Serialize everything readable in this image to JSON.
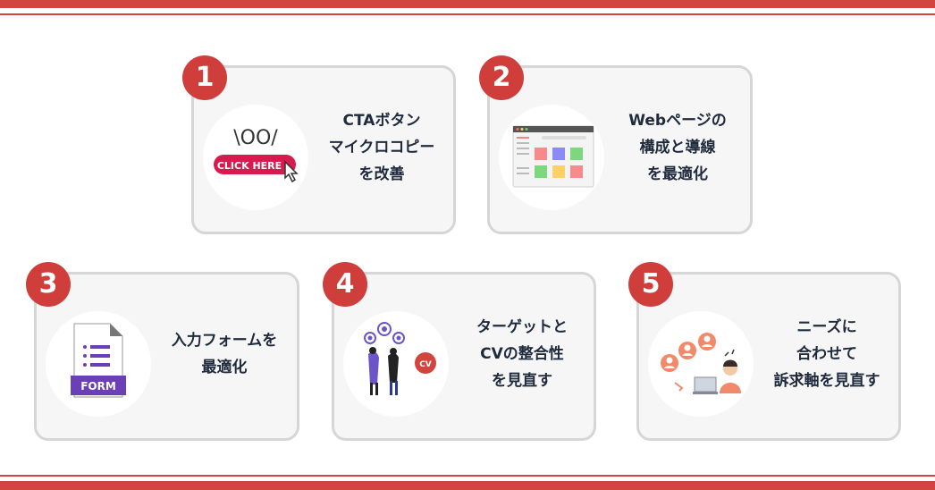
{
  "colors": {
    "accent": "#d2443e",
    "card_bg": "#f6f6f6",
    "card_border": "#d6d6d6",
    "text": "#1f2a3c"
  },
  "cards": [
    {
      "number": "1",
      "icon": "click-here-button-icon",
      "icon_text": "CLICK HERE",
      "lines": [
        "CTAボタン",
        "マイクロコピー",
        "を改善"
      ]
    },
    {
      "number": "2",
      "icon": "webpage-layout-icon",
      "lines": [
        "Webページの",
        "構成と導線",
        "を最適化"
      ]
    },
    {
      "number": "3",
      "icon": "form-document-icon",
      "icon_text": "FORM",
      "lines": [
        "入力フォームを",
        "最適化"
      ]
    },
    {
      "number": "4",
      "icon": "target-people-icon",
      "icon_text": "CV",
      "lines": [
        "ターゲットと",
        "CVの整合性",
        "を見直す"
      ]
    },
    {
      "number": "5",
      "icon": "customer-needs-icon",
      "lines": [
        "ニーズに",
        "合わせて",
        "訴求軸を見直す"
      ]
    }
  ]
}
